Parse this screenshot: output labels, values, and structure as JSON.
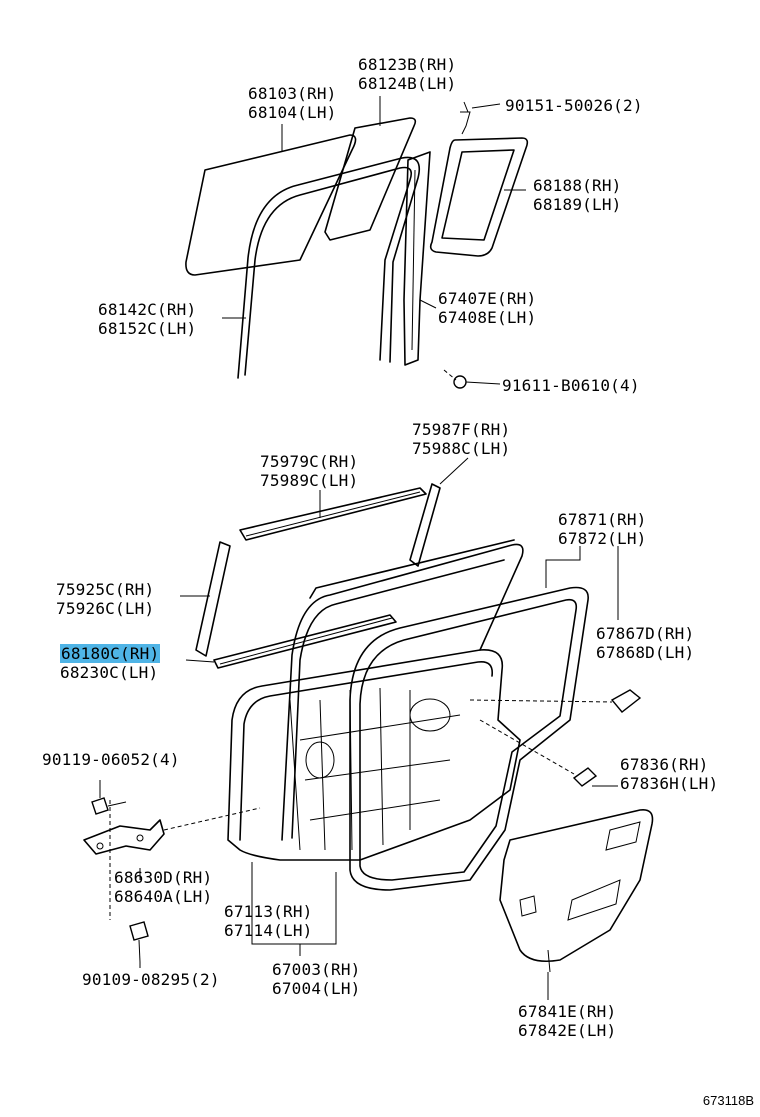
{
  "diagram": {
    "figure_code": "673118B",
    "callouts": [
      {
        "id": "a1",
        "lines": [
          "68123B(RH)",
          "68124B(LH)"
        ]
      },
      {
        "id": "a2",
        "lines": [
          "68103(RH)",
          "68104(LH)"
        ]
      },
      {
        "id": "a3",
        "lines": [
          "90151-50026(2)"
        ]
      },
      {
        "id": "a4",
        "lines": [
          "68188(RH)",
          "68189(LH)"
        ]
      },
      {
        "id": "a5",
        "lines": [
          "67407E(RH)",
          "67408E(LH)"
        ]
      },
      {
        "id": "a6",
        "lines": [
          "68142C(RH)",
          "68152C(LH)"
        ]
      },
      {
        "id": "a7",
        "lines": [
          "91611-B0610(4)"
        ]
      },
      {
        "id": "a8",
        "lines": [
          "75987F(RH)",
          "75988C(LH)"
        ]
      },
      {
        "id": "a9",
        "lines": [
          "75979C(RH)",
          "75989C(LH)"
        ]
      },
      {
        "id": "a10",
        "lines": [
          "67871(RH)",
          "67872(LH)"
        ]
      },
      {
        "id": "a11",
        "lines": [
          "75925C(RH)",
          "75926C(LH)"
        ]
      },
      {
        "id": "a12",
        "lines": [
          "67867D(RH)",
          "67868D(LH)"
        ]
      },
      {
        "id": "a13",
        "lines": [
          "68180C(RH)",
          "68230C(LH)"
        ],
        "highlight_line": 0
      },
      {
        "id": "a14",
        "lines": [
          "90119-06052(4)"
        ]
      },
      {
        "id": "a15",
        "lines": [
          "67836(RH)",
          "67836H(LH)"
        ]
      },
      {
        "id": "a16",
        "lines": [
          "68630D(RH)",
          "68640A(LH)"
        ]
      },
      {
        "id": "a17",
        "lines": [
          "67113(RH)",
          "67114(LH)"
        ]
      },
      {
        "id": "a18",
        "lines": [
          "67003(RH)",
          "67004(LH)"
        ]
      },
      {
        "id": "a19",
        "lines": [
          "90109-08295(2)"
        ]
      },
      {
        "id": "a20",
        "lines": [
          "67841E(RH)",
          "67842E(LH)"
        ]
      }
    ],
    "highlight_color": "#4fb4e6"
  }
}
